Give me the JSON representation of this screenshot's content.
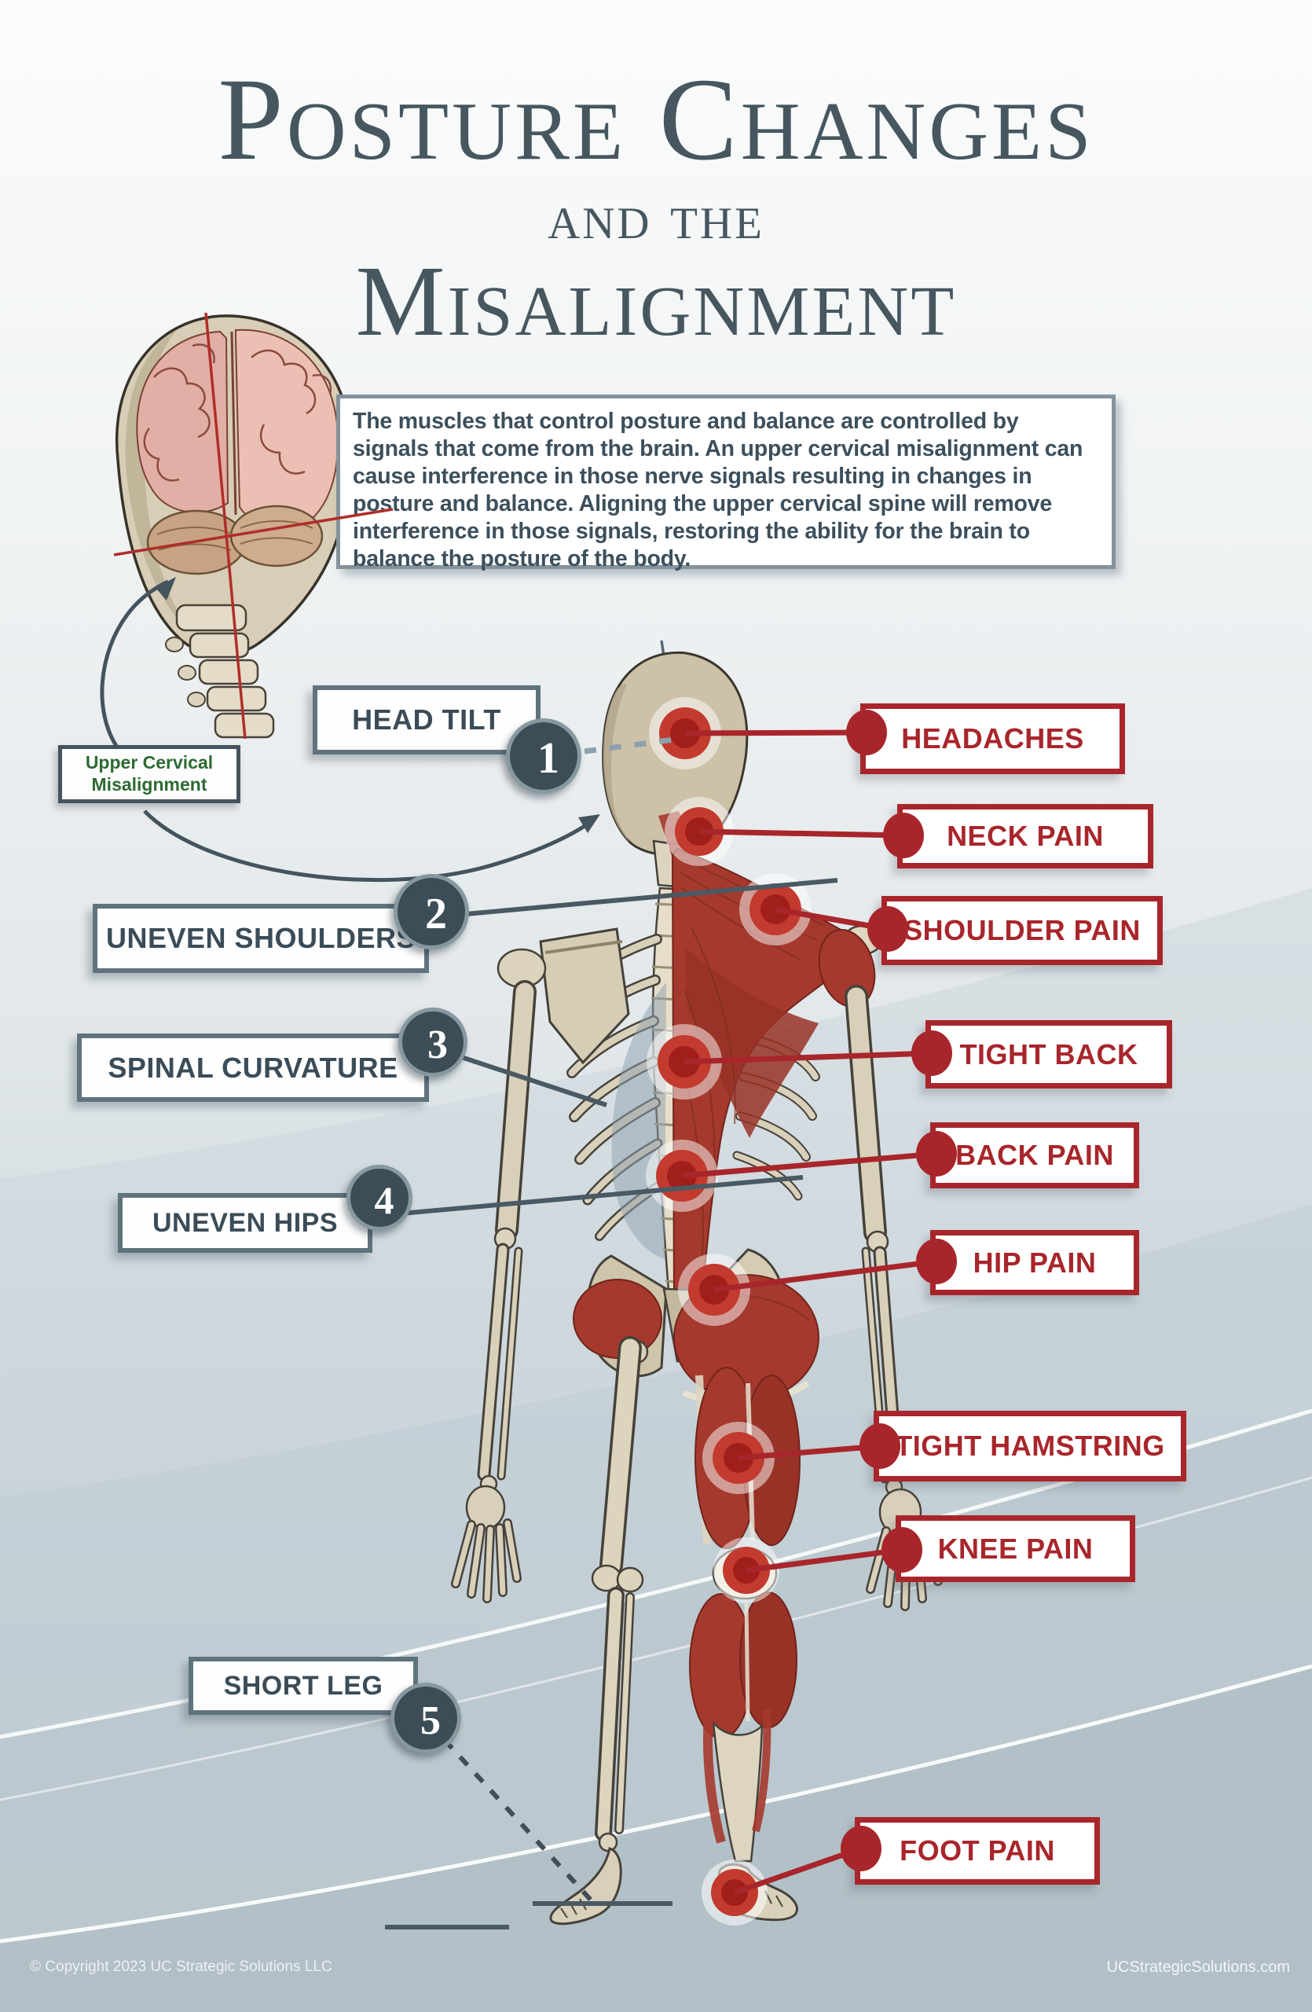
{
  "title": {
    "line1": "Posture Changes",
    "line2": "and the",
    "line3": "Misalignment"
  },
  "intro": {
    "text": "The muscles that control posture and balance are controlled by signals that come from the brain. An upper cervical misalignment can cause interference in those nerve signals resulting in changes in posture and balance.  Aligning the upper cervical spine will remove interference in those signals, restoring the ability for the brain to balance the posture of the body."
  },
  "misalignment_label": {
    "line1": "Upper Cervical",
    "line2": "Misalignment"
  },
  "posture_changes": [
    {
      "number": "1",
      "label": "HEAD TILT"
    },
    {
      "number": "2",
      "label": "UNEVEN SHOULDERS"
    },
    {
      "number": "3",
      "label": "SPINAL CURVATURE"
    },
    {
      "number": "4",
      "label": "UNEVEN HIPS"
    },
    {
      "number": "5",
      "label": "SHORT LEG"
    }
  ],
  "symptoms": [
    "HEADACHES",
    "NECK PAIN",
    "SHOULDER PAIN",
    "TIGHT BACK",
    "BACK PAIN",
    "HIP PAIN",
    "TIGHT HAMSTRING",
    "KNEE PAIN",
    "FOOT PAIN"
  ],
  "footer": {
    "copyright": "© Copyright 2023 UC Strategic Solutions LLC",
    "website": "UCStrategicSolutions.com"
  },
  "colors": {
    "accent_red": "#A8262B",
    "slate_dark": "#3C4D58",
    "green": "#2D6A33",
    "bone": "#DCD3BE",
    "muscle_red": "#A5392D",
    "background_bottom": "#B2BFC7"
  }
}
